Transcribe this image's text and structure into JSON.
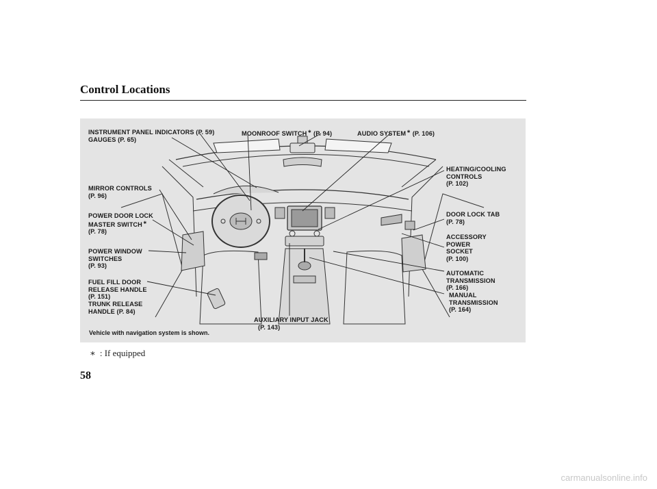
{
  "section_title": "Control Locations",
  "labels": {
    "instrument_panel": "INSTRUMENT PANEL INDICATORS",
    "instrument_panel_page": "(P. 59)",
    "gauges": "GAUGES",
    "gauges_page": "(P. 65)",
    "moonroof": "MOONROOF SWITCH",
    "moonroof_page": "(P. 94)",
    "audio": "AUDIO SYSTEM",
    "audio_page": "(P. 106)",
    "heating_1": "HEATING/COOLING",
    "heating_2": "CONTROLS",
    "heating_page": "(P. 102)",
    "mirror": "MIRROR CONTROLS",
    "mirror_page": "(P. 96)",
    "power_door_1": "POWER DOOR LOCK",
    "power_door_2": "MASTER SWITCH",
    "power_door_page": "(P. 78)",
    "door_lock_tab": "DOOR LOCK TAB",
    "door_lock_tab_page": "(P. 78)",
    "accessory_1": "ACCESSORY",
    "accessory_2": "POWER",
    "accessory_3": "SOCKET",
    "accessory_page": "(P. 100)",
    "window_1": "POWER WINDOW",
    "window_2": "SWITCHES",
    "window_page": "(P. 93)",
    "auto_1": "AUTOMATIC",
    "auto_2": "TRANSMISSION",
    "auto_page": "(P. 166)",
    "fuel_1": "FUEL FILL DOOR",
    "fuel_2": "RELEASE HANDLE",
    "fuel_page": "(P. 151)",
    "manual_1": "MANUAL",
    "manual_2": "TRANSMISSION",
    "manual_page": "(P. 164)",
    "trunk_1": "TRUNK RELEASE",
    "trunk_2": "HANDLE",
    "trunk_page": "(P. 84)",
    "aux": "AUXILIARY INPUT JACK",
    "aux_page": "(P. 143)"
  },
  "star_symbol": "∗",
  "panel_note": "Vehicle with navigation system is shown.",
  "footnote_star": "∗",
  "footnote_text": ":  If equipped",
  "page_number": "58",
  "watermark": "carmanualsonline.info"
}
